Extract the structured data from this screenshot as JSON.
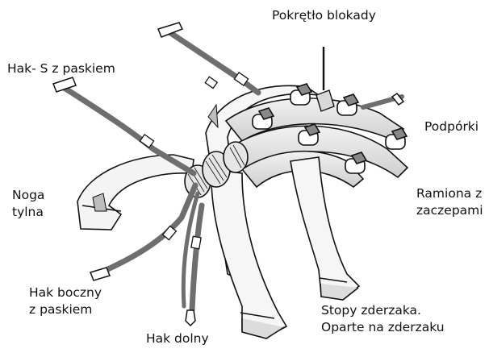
{
  "labels": {
    "locking_knob": "Pokrętło blokady",
    "s_hook": "Hak- S z paskiem",
    "supports": "Podpórki",
    "rear_leg": [
      "Noga",
      "tylna"
    ],
    "arms_with_clips": [
      "Ramiona z",
      "zaczepami"
    ],
    "side_hook": [
      "Hak boczny",
      "z paskiem"
    ],
    "bumper_feet": [
      "Stopy zderzaka.",
      "Oparte na zderzaku"
    ],
    "bottom_hook": "Hak dolny"
  },
  "colors": {
    "ink": "#111111",
    "shade": "#bdbdbd",
    "strap": "#6e6e6e",
    "paper": "#ffffff"
  }
}
